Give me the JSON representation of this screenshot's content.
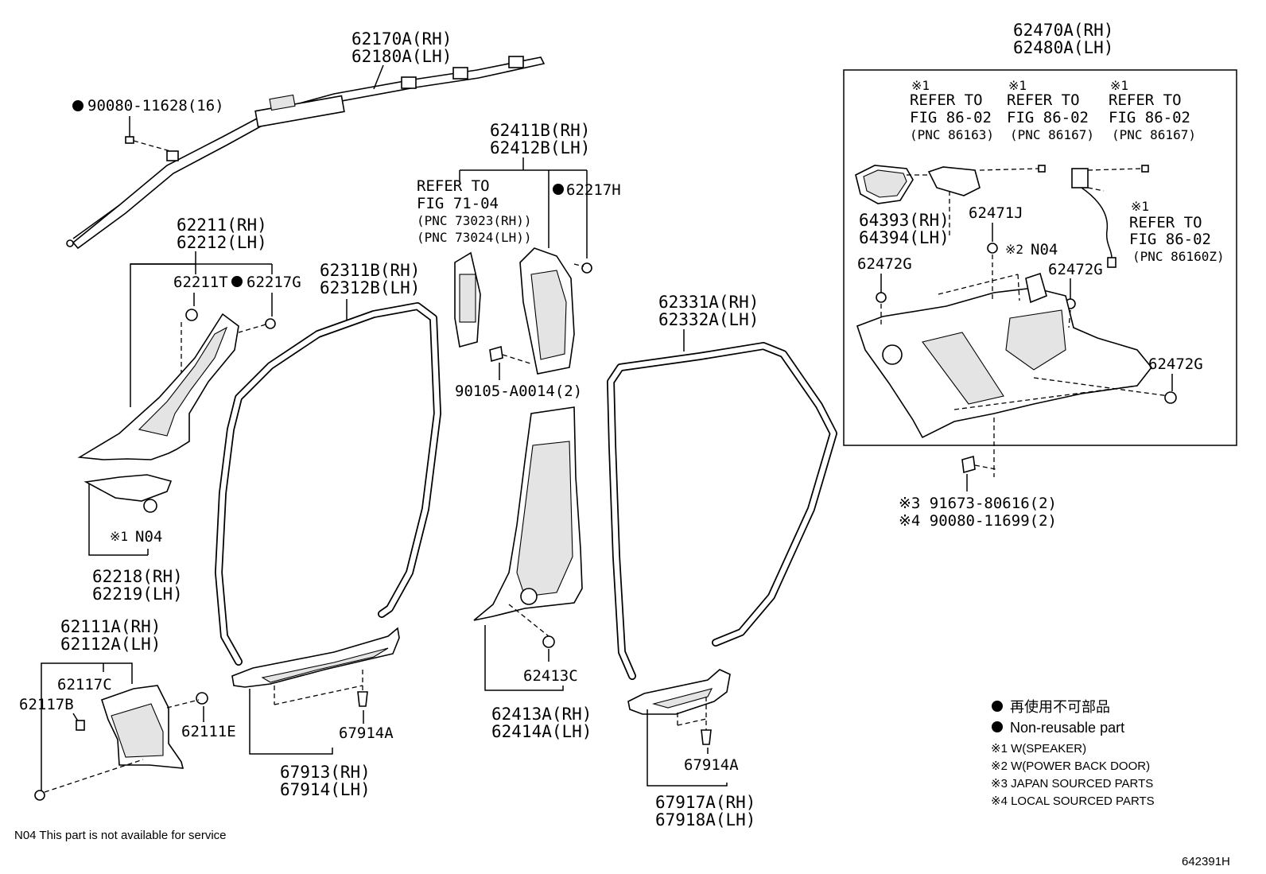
{
  "labels": {
    "airbag_rh": "62170A(RH)",
    "airbag_lh": "62180A(LH)",
    "bolt_90080_11628": "90080-11628(16)",
    "a_pillar_rh": "62211(RH)",
    "a_pillar_lh": "62212(LH)",
    "clip_62211t": "62211T",
    "clip_62217g": "62217G",
    "n04_a": "N04",
    "n04_a_note": "※1",
    "a_lower_rh": "62218(RH)",
    "a_lower_lh": "62219(LH)",
    "cowl_rh": "62111A(RH)",
    "cowl_lh": "62112A(LH)",
    "clip_62117c": "62117C",
    "clip_62117b": "62117B",
    "clip_62111e": "62111E",
    "weather_front_rh": "62311B(RH)",
    "weather_front_lh": "62312B(LH)",
    "scuff_front_rh": "67913(RH)",
    "scuff_front_lh": "67914(LH)",
    "clip_67914a_1": "67914A",
    "b_upper_rh": "62411B(RH)",
    "b_upper_lh": "62412B(LH)",
    "refer_71_04_l1": "REFER TO",
    "refer_71_04_l2": "FIG 71-04",
    "refer_71_04_l3": "(PNC 73023(RH))",
    "refer_71_04_l4": "(PNC 73024(LH))",
    "clip_62217h": "62217H",
    "bolt_90105": "90105-A0014(2)",
    "clip_62413c": "62413C",
    "b_lower_rh": "62413A(RH)",
    "b_lower_lh": "62414A(LH)",
    "weather_rear_rh": "62331A(RH)",
    "weather_rear_lh": "62332A(LH)",
    "clip_67914a_2": "67914A",
    "scuff_rear_rh": "67917A(RH)",
    "scuff_rear_lh": "67918A(LH)",
    "quarter_rh": "62470A(RH)",
    "quarter_lh": "62480A(LH)",
    "ref1_mark": "※1",
    "ref1_l1": "REFER TO",
    "ref1_l2": "FIG 86-02",
    "ref1_l3": "(PNC 86163)",
    "ref2_mark": "※1",
    "ref2_l1": "REFER TO",
    "ref2_l2": "FIG 86-02",
    "ref2_l3": "(PNC 86167)",
    "ref3_mark": "※1",
    "ref3_l1": "REFER TO",
    "ref3_l2": "FIG 86-02",
    "ref3_l3": "(PNC 86167)",
    "ref4_mark": "※1",
    "ref4_l1": "REFER TO",
    "ref4_l2": "FIG 86-02",
    "ref4_l3": "(PNC 86160Z)",
    "grille_rh": "64393(RH)",
    "grille_lh": "64394(LH)",
    "clip_62471j": "62471J",
    "n04_b": "N04",
    "n04_b_note": "※2",
    "clip_62472g_1": "62472G",
    "clip_62472g_2": "62472G",
    "clip_62472g_3": "62472G",
    "bolt_91673": "※3 91673-80616(2)",
    "bolt_90080_11699": "※4 90080-11699(2)"
  },
  "legend": {
    "jp": "再使用不可部品",
    "en": "Non-reusable part",
    "n1": "※1 W(SPEAKER)",
    "n2": "※2 W(POWER BACK DOOR)",
    "n3": "※3 JAPAN SOURCED PARTS",
    "n4": "※4 LOCAL SOURCED PARTS"
  },
  "footnote": "N04 This part is not available for service",
  "figure_id": "642391H"
}
